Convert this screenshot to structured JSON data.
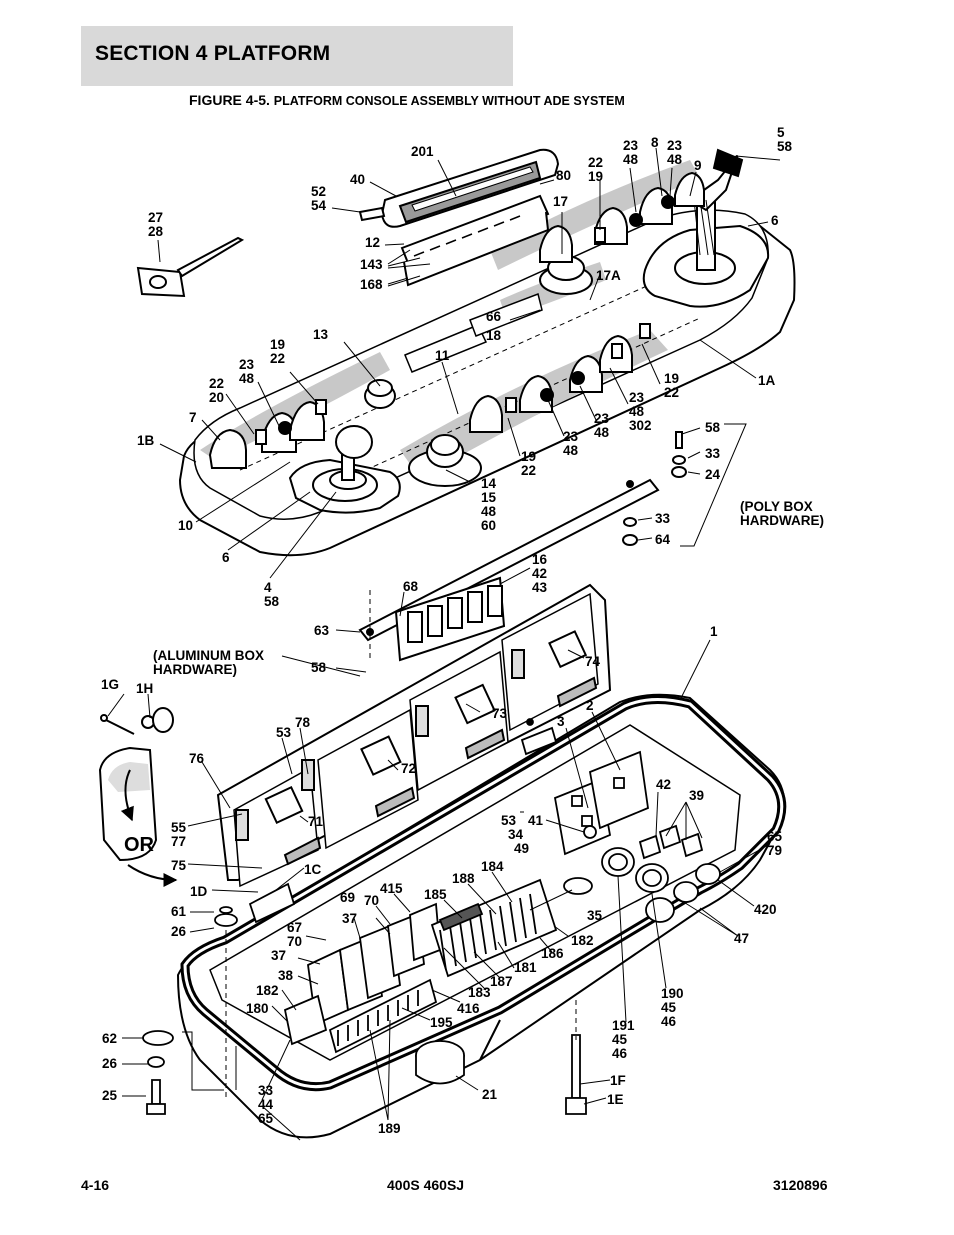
{
  "header": {
    "section": "SECTION 4   PLATFORM",
    "figure_number": "FIGURE 4-5.",
    "figure_caption": "PLATFORM CONSOLE ASSEMBLY WITHOUT ADE SYSTEM"
  },
  "callouts": [
    {
      "id": "c201",
      "lines": [
        "201"
      ]
    },
    {
      "id": "c40",
      "lines": [
        "40"
      ]
    },
    {
      "id": "c52",
      "lines": [
        "52",
        "54"
      ]
    },
    {
      "id": "c80",
      "lines": [
        "80"
      ]
    },
    {
      "id": "c17",
      "lines": [
        "17"
      ]
    },
    {
      "id": "c12",
      "lines": [
        "12"
      ]
    },
    {
      "id": "c143",
      "lines": [
        "143"
      ]
    },
    {
      "id": "c168",
      "lines": [
        "168"
      ]
    },
    {
      "id": "c27",
      "lines": [
        "27",
        "28"
      ]
    },
    {
      "id": "c22a",
      "lines": [
        "22",
        "19"
      ]
    },
    {
      "id": "c23a",
      "lines": [
        "23",
        "48"
      ]
    },
    {
      "id": "c8",
      "lines": [
        "8"
      ]
    },
    {
      "id": "c23b",
      "lines": [
        "23",
        "48"
      ]
    },
    {
      "id": "c9",
      "lines": [
        "9"
      ]
    },
    {
      "id": "c5",
      "lines": [
        "5",
        "58"
      ]
    },
    {
      "id": "c6a",
      "lines": [
        "6"
      ]
    },
    {
      "id": "c17A",
      "lines": [
        "17A"
      ]
    },
    {
      "id": "c66",
      "lines": [
        "66"
      ]
    },
    {
      "id": "c18",
      "lines": [
        "18"
      ]
    },
    {
      "id": "c13",
      "lines": [
        "13"
      ]
    },
    {
      "id": "c11",
      "lines": [
        "11"
      ]
    },
    {
      "id": "c19a",
      "lines": [
        "19",
        "22"
      ]
    },
    {
      "id": "c23c",
      "lines": [
        "23",
        "48"
      ]
    },
    {
      "id": "c22b",
      "lines": [
        "22",
        "20"
      ]
    },
    {
      "id": "c7",
      "lines": [
        "7"
      ]
    },
    {
      "id": "c1B",
      "lines": [
        "1B"
      ]
    },
    {
      "id": "c1A",
      "lines": [
        "1A"
      ]
    },
    {
      "id": "c19b",
      "lines": [
        "19",
        "22"
      ]
    },
    {
      "id": "c23d",
      "lines": [
        "23",
        "48",
        "302"
      ]
    },
    {
      "id": "c23e",
      "lines": [
        "23",
        "48"
      ]
    },
    {
      "id": "c23f",
      "lines": [
        "23",
        "48"
      ]
    },
    {
      "id": "c19c",
      "lines": [
        "19",
        "22"
      ]
    },
    {
      "id": "c10",
      "lines": [
        "10"
      ]
    },
    {
      "id": "c6b",
      "lines": [
        "6"
      ]
    },
    {
      "id": "c14",
      "lines": [
        "14",
        "15",
        "48",
        "60"
      ]
    },
    {
      "id": "c4",
      "lines": [
        "4",
        "58"
      ]
    },
    {
      "id": "c58a",
      "lines": [
        "58"
      ]
    },
    {
      "id": "c33a",
      "lines": [
        "33"
      ]
    },
    {
      "id": "c24",
      "lines": [
        "24"
      ]
    },
    {
      "id": "cpoly",
      "lines": [
        "(POLY BOX",
        "HARDWARE)"
      ]
    },
    {
      "id": "c33b",
      "lines": [
        "33"
      ]
    },
    {
      "id": "c64",
      "lines": [
        "64"
      ]
    },
    {
      "id": "c16",
      "lines": [
        "16",
        "42",
        "43"
      ]
    },
    {
      "id": "c68",
      "lines": [
        "68"
      ]
    },
    {
      "id": "c63",
      "lines": [
        "63"
      ]
    },
    {
      "id": "c1",
      "lines": [
        "1"
      ]
    },
    {
      "id": "calum",
      "lines": [
        "(ALUMINUM BOX",
        "HARDWARE)"
      ]
    },
    {
      "id": "c58b",
      "lines": [
        "58"
      ]
    },
    {
      "id": "c74",
      "lines": [
        "74"
      ]
    },
    {
      "id": "c1G",
      "lines": [
        "1G"
      ]
    },
    {
      "id": "c1H",
      "lines": [
        "1H"
      ]
    },
    {
      "id": "c73",
      "lines": [
        "73"
      ]
    },
    {
      "id": "c78",
      "lines": [
        "78"
      ]
    },
    {
      "id": "c53a",
      "lines": [
        "53"
      ]
    },
    {
      "id": "c3",
      "lines": [
        "3"
      ]
    },
    {
      "id": "c2",
      "lines": [
        "2"
      ]
    },
    {
      "id": "c76",
      "lines": [
        "76"
      ]
    },
    {
      "id": "c72",
      "lines": [
        "72"
      ]
    },
    {
      "id": "c42",
      "lines": [
        "42"
      ]
    },
    {
      "id": "c39",
      "lines": [
        "39"
      ]
    },
    {
      "id": "c55",
      "lines": [
        "55",
        "77"
      ]
    },
    {
      "id": "c71",
      "lines": [
        "71"
      ]
    },
    {
      "id": "c53b",
      "lines": [
        "53"
      ]
    },
    {
      "id": "c41",
      "lines": [
        "41"
      ]
    },
    {
      "id": "c34",
      "lines": [
        "34"
      ]
    },
    {
      "id": "c49",
      "lines": [
        "49"
      ]
    },
    {
      "id": "c65a",
      "lines": [
        "65",
        "79"
      ]
    },
    {
      "id": "cOR",
      "lines": [
        "OR"
      ]
    },
    {
      "id": "c75",
      "lines": [
        "75"
      ]
    },
    {
      "id": "c1C",
      "lines": [
        "1C"
      ]
    },
    {
      "id": "c184",
      "lines": [
        "184"
      ]
    },
    {
      "id": "c1D",
      "lines": [
        "1D"
      ]
    },
    {
      "id": "c415",
      "lines": [
        "415"
      ]
    },
    {
      "id": "c188",
      "lines": [
        "188"
      ]
    },
    {
      "id": "c69",
      "lines": [
        "69"
      ]
    },
    {
      "id": "c70a",
      "lines": [
        "70"
      ]
    },
    {
      "id": "c185",
      "lines": [
        "185"
      ]
    },
    {
      "id": "c35",
      "lines": [
        "35"
      ]
    },
    {
      "id": "c420",
      "lines": [
        "420"
      ]
    },
    {
      "id": "c61",
      "lines": [
        "61"
      ]
    },
    {
      "id": "c37a",
      "lines": [
        "37"
      ]
    },
    {
      "id": "c67",
      "lines": [
        "67",
        "70"
      ]
    },
    {
      "id": "c26a",
      "lines": [
        "26"
      ]
    },
    {
      "id": "c182a",
      "lines": [
        "182"
      ]
    },
    {
      "id": "c47",
      "lines": [
        "47"
      ]
    },
    {
      "id": "c186",
      "lines": [
        "186"
      ]
    },
    {
      "id": "c37b",
      "lines": [
        "37"
      ]
    },
    {
      "id": "c181",
      "lines": [
        "181"
      ]
    },
    {
      "id": "c38",
      "lines": [
        "38"
      ]
    },
    {
      "id": "c187",
      "lines": [
        "187"
      ]
    },
    {
      "id": "c190",
      "lines": [
        "190",
        "45",
        "46"
      ]
    },
    {
      "id": "c182b",
      "lines": [
        "182"
      ]
    },
    {
      "id": "c183",
      "lines": [
        "183"
      ]
    },
    {
      "id": "c180",
      "lines": [
        "180"
      ]
    },
    {
      "id": "c416",
      "lines": [
        "416"
      ]
    },
    {
      "id": "c195",
      "lines": [
        "195"
      ]
    },
    {
      "id": "c191",
      "lines": [
        "191",
        "45",
        "46"
      ]
    },
    {
      "id": "c62",
      "lines": [
        "62"
      ]
    },
    {
      "id": "c26b",
      "lines": [
        "26"
      ]
    },
    {
      "id": "c1F",
      "lines": [
        "1F"
      ]
    },
    {
      "id": "c25",
      "lines": [
        "25"
      ]
    },
    {
      "id": "c21",
      "lines": [
        "21"
      ]
    },
    {
      "id": "c1E",
      "lines": [
        "1E"
      ]
    },
    {
      "id": "c33c",
      "lines": [
        "33",
        "44",
        "65"
      ]
    },
    {
      "id": "c189",
      "lines": [
        "189"
      ]
    }
  ],
  "footer": {
    "page": "4-16",
    "model": "400S 460SJ",
    "doc_number": "3120896"
  }
}
